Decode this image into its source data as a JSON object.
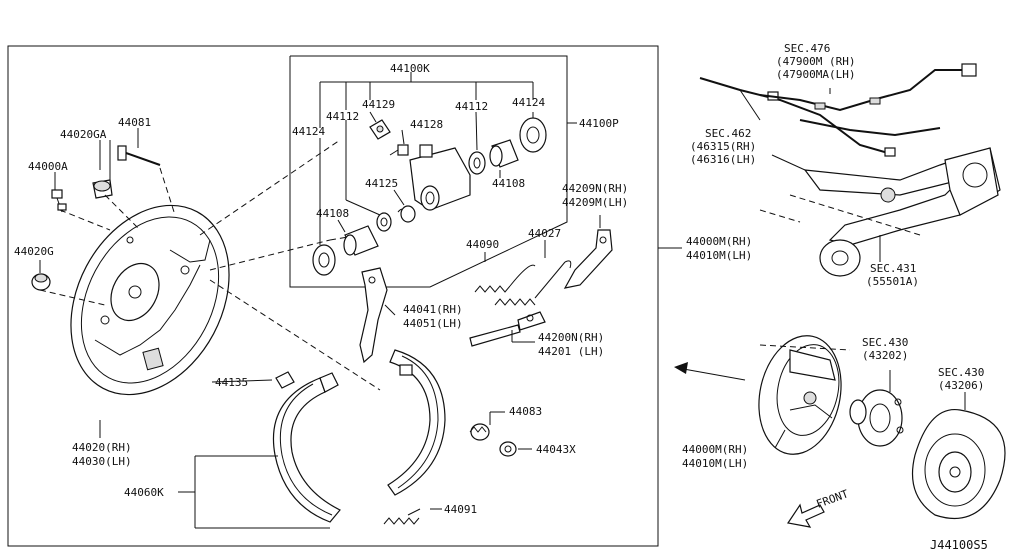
{
  "diagram_id": "J44100S5",
  "labels": {
    "p44100K": "44100K",
    "p44100P": "44100P",
    "p44124a": "44124",
    "p44124b": "44124",
    "p44112a": "44112",
    "p44112b": "44112",
    "p44129": "44129",
    "p44128": "44128",
    "p44125": "44125",
    "p44108a": "44108",
    "p44108b": "44108",
    "p44081": "44081",
    "p44020GA": "44020GA",
    "p44000A": "44000A",
    "p44020G": "44020G",
    "p44020RH": "44020(RH)",
    "p44030LH": "44030(LH)",
    "p44209N": "44209N(RH)",
    "p44209M": "44209M(LH)",
    "p44090": "44090",
    "p44027": "44027",
    "p44041": "44041(RH)",
    "p44051": "44051(LH)",
    "p44200N": "44200N(RH)",
    "p44201": "44201  (LH)",
    "p44135": "44135",
    "p44083": "44083",
    "p44043X": "44043X",
    "p44060K": "44060K",
    "p44091": "44091",
    "p44000M": "44000M(RH)",
    "p44010M": "44010M(LH)",
    "p44000M2": "44000M(RH)",
    "p44010M2": "44010M(LH)",
    "sec476": "SEC.476",
    "sec476a": "(47900M (RH)",
    "sec476b": "(47900MA(LH)",
    "sec462": "SEC.462",
    "sec462a": "(46315(RH)",
    "sec462b": "(46316(LH)",
    "sec431": "SEC.431",
    "sec431a": "(55501A)",
    "sec430a": "SEC.430",
    "sec430a2": "(43202)",
    "sec430b": "SEC.430",
    "sec430b2": "(43206)",
    "front": "FRONT"
  }
}
